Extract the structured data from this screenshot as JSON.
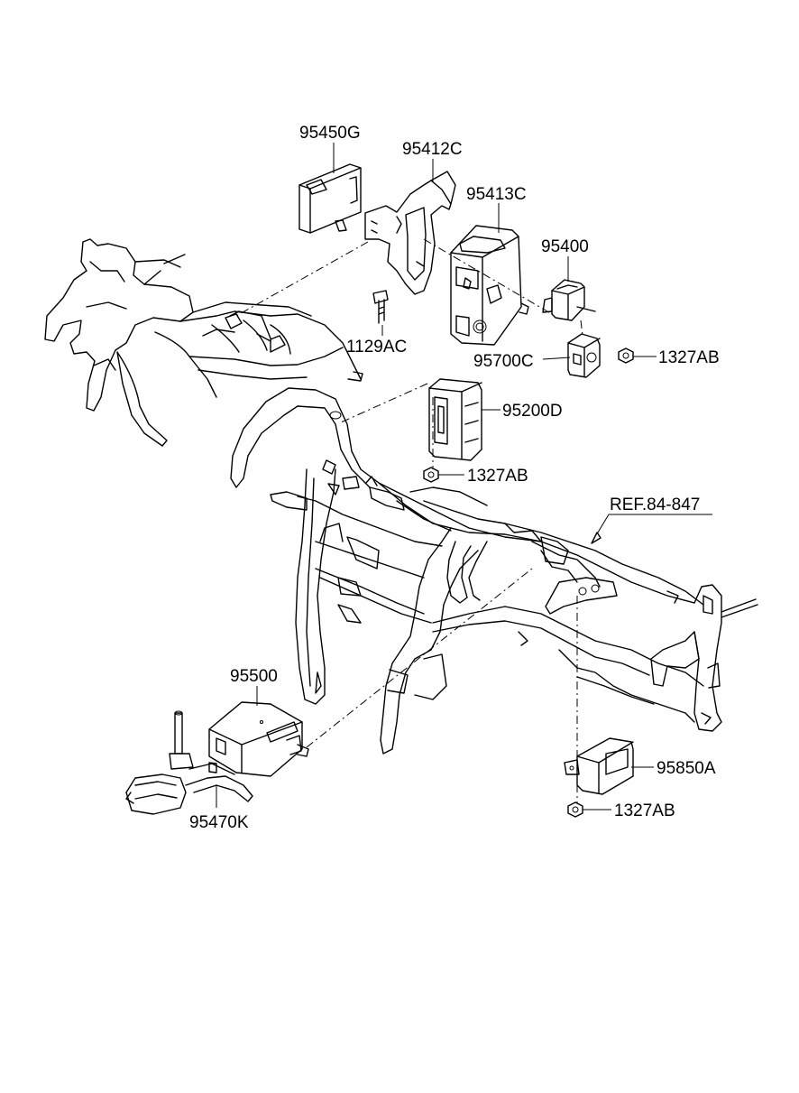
{
  "labels": {
    "p95450G": "95450G",
    "p95412C": "95412C",
    "p95413C": "95413C",
    "p95400": "95400",
    "p1129AC": "1129AC",
    "p95700C": "95700C",
    "p1327AB_a": "1327AB",
    "p95200D": "95200D",
    "p1327AB_b": "1327AB",
    "ref": "REF.84-847",
    "p95500": "95500",
    "p95470K": "95470K",
    "p95850A": "95850A",
    "p1327AB_c": "1327AB"
  }
}
